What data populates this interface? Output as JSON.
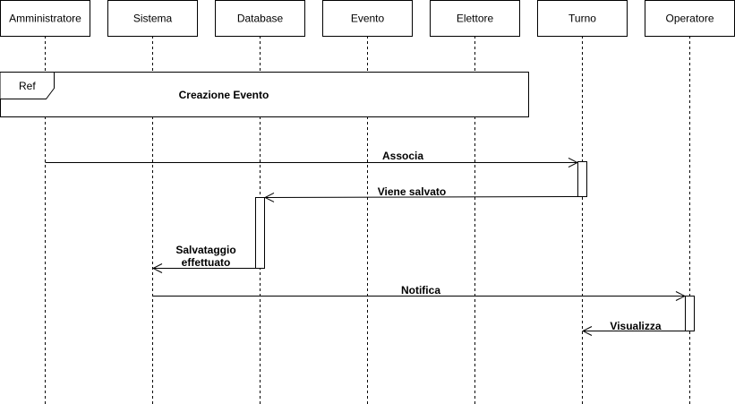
{
  "participants": [
    {
      "id": "amministratore",
      "label": "Amministratore"
    },
    {
      "id": "sistema",
      "label": "Sistema"
    },
    {
      "id": "database",
      "label": "Database"
    },
    {
      "id": "evento",
      "label": "Evento"
    },
    {
      "id": "elettore",
      "label": "Elettore"
    },
    {
      "id": "turno",
      "label": "Turno"
    },
    {
      "id": "operatore",
      "label": "Operatore"
    }
  ],
  "fragment": {
    "tag": "Ref",
    "text": "Creazione Evento"
  },
  "messages": [
    {
      "id": "associa",
      "label": "Associa",
      "from": "amministratore",
      "to": "turno"
    },
    {
      "id": "viene-salvato",
      "label": "Viene salvato",
      "from": "turno",
      "to": "database"
    },
    {
      "id": "salvataggio",
      "label_line1": "Salvataggio",
      "label_line2": "effettuato",
      "from": "database",
      "to": "sistema"
    },
    {
      "id": "notifica",
      "label": "Notifica",
      "from": "sistema",
      "to": "operatore"
    },
    {
      "id": "visualizza",
      "label": "Visualizza",
      "from": "operatore",
      "to": "turno"
    }
  ]
}
